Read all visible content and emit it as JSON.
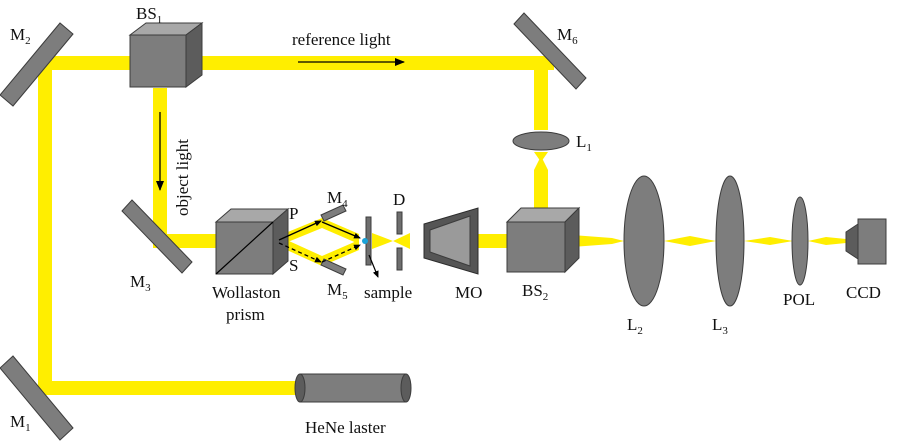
{
  "colors": {
    "beam": "#FFEE00",
    "component": "#7d7d7d",
    "component_dark": "#5c5c5c",
    "component_light": "#a8a8a8",
    "outline": "#3c3c3c",
    "arrow": "#000000",
    "sample_point": "#1aa3d9"
  },
  "labels": {
    "m2": {
      "main": "M",
      "sub": "2"
    },
    "m1": {
      "main": "M",
      "sub": "1"
    },
    "m3": {
      "main": "M",
      "sub": "3"
    },
    "m4": {
      "main": "M",
      "sub": "4"
    },
    "m5": {
      "main": "M",
      "sub": "5"
    },
    "m6": {
      "main": "M",
      "sub": "6"
    },
    "bs1": {
      "main": "BS",
      "sub": "1"
    },
    "bs2": {
      "main": "BS",
      "sub": "2"
    },
    "l1": {
      "main": "L",
      "sub": "1"
    },
    "l2": {
      "main": "L",
      "sub": "2"
    },
    "l3": {
      "main": "L",
      "sub": "3"
    },
    "reference_light": "reference light",
    "object_light": "object light",
    "p": "P",
    "s": "S",
    "d": "D",
    "wollaston_line1": "Wollaston",
    "wollaston_line2": "prism",
    "sample": "sample",
    "mo": "MO",
    "pol": "POL",
    "ccd": "CCD",
    "laser": "HeNe laster"
  }
}
